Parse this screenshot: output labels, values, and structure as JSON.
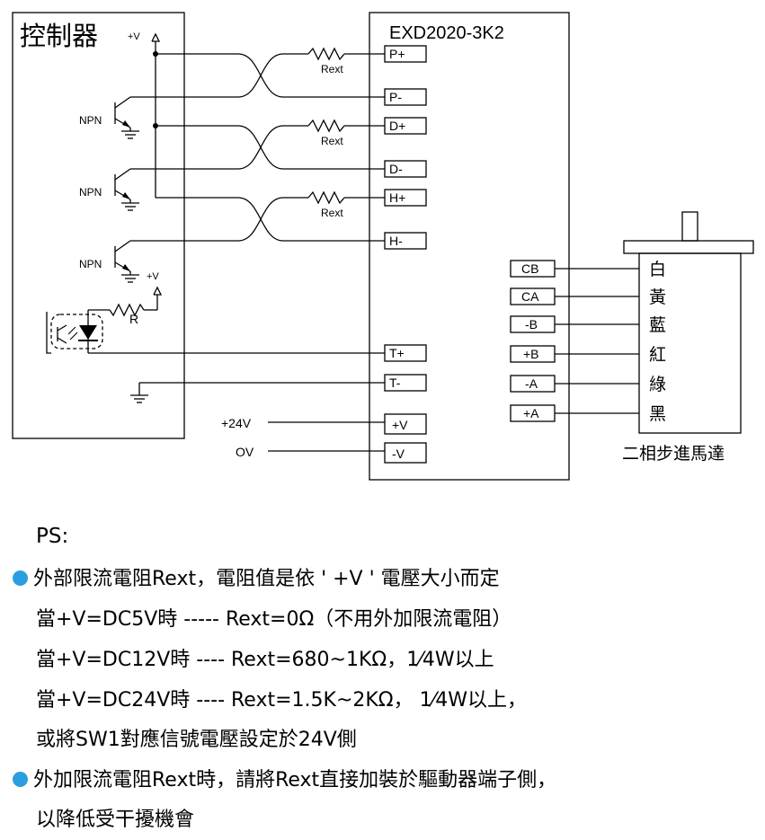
{
  "controller": {
    "title": "控制器",
    "vplus": "+V",
    "npn": [
      "NPN",
      "NPN",
      "NPN"
    ],
    "vplus2": "+V",
    "r": "R"
  },
  "rext": [
    "Rext",
    "Rext",
    "Rext"
  ],
  "driver": {
    "model": "EXD2020-3K2",
    "left_terminals": [
      "P+",
      "P-",
      "D+",
      "D-",
      "H+",
      "H-",
      "T+",
      "T-",
      "+V",
      "-V"
    ],
    "right_terminals": [
      "CB",
      "CA",
      "-B",
      "+B",
      "-A",
      "+A"
    ]
  },
  "power": {
    "v24": "+24V",
    "ov": "OV"
  },
  "motor": {
    "wires": [
      "白",
      "黃",
      "藍",
      "紅",
      "綠",
      "黑"
    ],
    "label": "二相步進馬達"
  },
  "notes": {
    "ps": "PS:",
    "lines": [
      "外部限流電阻Rext，電阻值是依 ' +V ' 電壓大小而定",
      "當+V=DC5V時 ----- Rext=0Ω（不用外加限流電阻）",
      "當+V=DC12V時 ---- Rext=680~1KΩ，1⁄4W以上",
      "當+V=DC24V時 ---- Rext=1.5K~2KΩ， 1⁄4W以上，",
      "或將SW1對應信號電壓設定於24V側",
      "外加限流電阻Rext時，請將Rext直接加裝於驅動器端子側，",
      "以降低受干擾機會"
    ]
  },
  "colors": {
    "bullet": "#2a9fe0",
    "line": "#000000"
  }
}
